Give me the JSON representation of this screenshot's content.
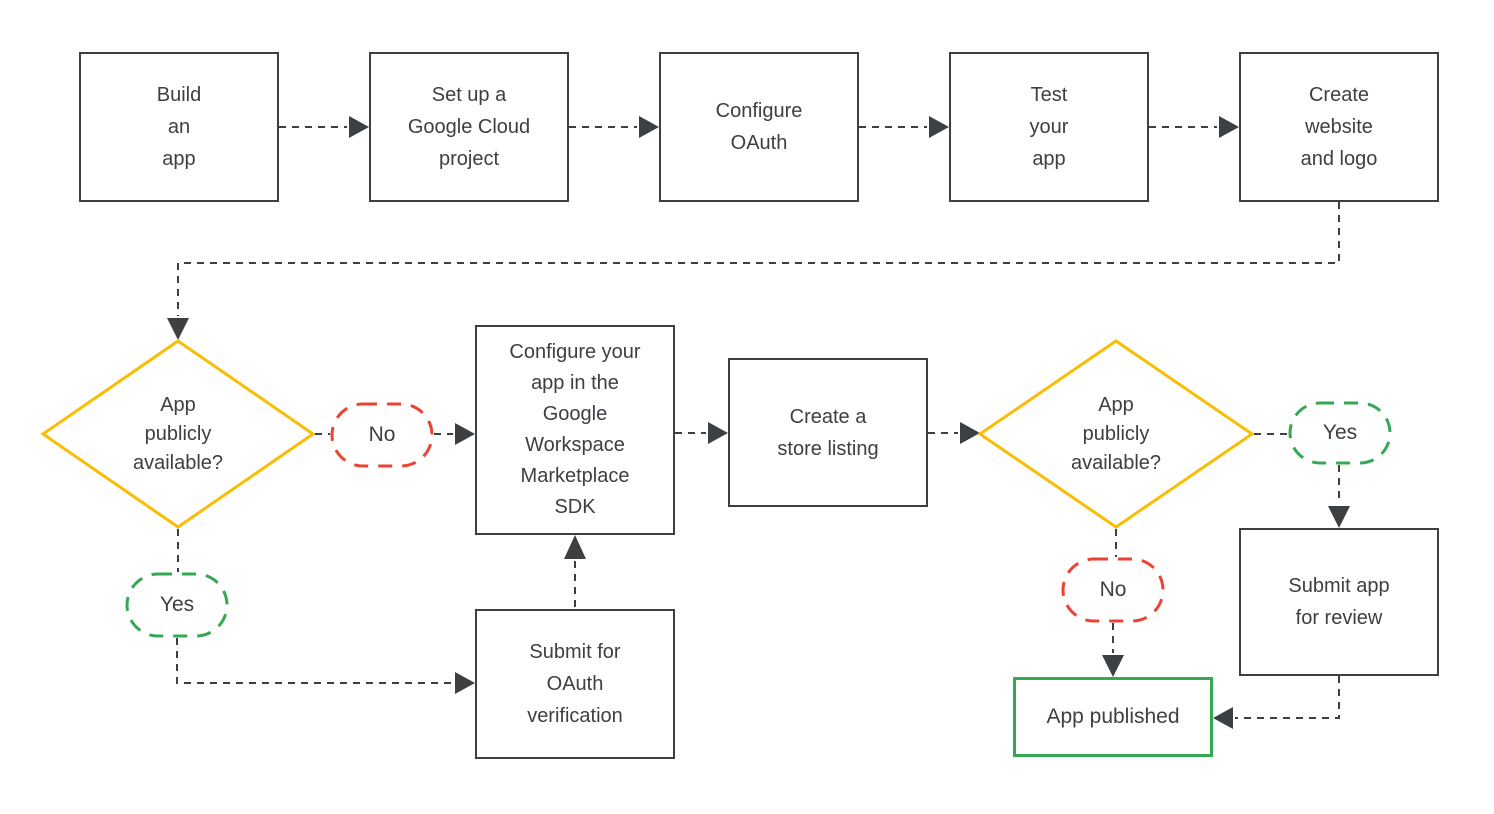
{
  "diagram": {
    "type": "flowchart",
    "description": "Google Workspace Marketplace app publishing flow",
    "nodes": {
      "build_app": {
        "label": "Build\nan\napp",
        "shape": "rect"
      },
      "setup_gcp": {
        "label": "Set up a\nGoogle Cloud\nproject",
        "shape": "rect"
      },
      "configure_oauth": {
        "label": "Configure\nOAuth",
        "shape": "rect"
      },
      "test_app": {
        "label": "Test\nyour\napp",
        "shape": "rect"
      },
      "create_website": {
        "label": "Create\nwebsite\nand logo",
        "shape": "rect"
      },
      "decision_public_1": {
        "label": "App\npublicly\navailable?",
        "shape": "diamond"
      },
      "configure_sdk": {
        "label": "Configure your\napp in the\nGoogle\nWorkspace\nMarketplace\nSDK",
        "shape": "rect"
      },
      "store_listing": {
        "label": "Create a\nstore listing",
        "shape": "rect"
      },
      "decision_public_2": {
        "label": "App\npublicly\navailable?",
        "shape": "diamond"
      },
      "submit_review": {
        "label": "Submit app\nfor review",
        "shape": "rect"
      },
      "app_published": {
        "label": "App published",
        "shape": "rect-green"
      },
      "oauth_verification": {
        "label": "Submit for\nOAuth\nverification",
        "shape": "rect"
      }
    },
    "edge_labels": {
      "no_1": "No",
      "yes_1": "Yes",
      "yes_2": "Yes",
      "no_2": "No"
    },
    "edges": [
      {
        "from": "build_app",
        "to": "setup_gcp"
      },
      {
        "from": "setup_gcp",
        "to": "configure_oauth"
      },
      {
        "from": "configure_oauth",
        "to": "test_app"
      },
      {
        "from": "test_app",
        "to": "create_website"
      },
      {
        "from": "create_website",
        "to": "decision_public_1"
      },
      {
        "from": "decision_public_1",
        "to": "configure_sdk",
        "label": "No"
      },
      {
        "from": "decision_public_1",
        "to": "oauth_verification",
        "label": "Yes"
      },
      {
        "from": "oauth_verification",
        "to": "configure_sdk"
      },
      {
        "from": "configure_sdk",
        "to": "store_listing"
      },
      {
        "from": "store_listing",
        "to": "decision_public_2"
      },
      {
        "from": "decision_public_2",
        "to": "submit_review",
        "label": "Yes"
      },
      {
        "from": "decision_public_2",
        "to": "app_published",
        "label": "No"
      },
      {
        "from": "submit_review",
        "to": "app_published"
      }
    ],
    "colors": {
      "line": "#3c4043",
      "text": "#3c4043",
      "box_border": "#3c4043",
      "decision_border": "#fbbc04",
      "no_pill": "#ea4335",
      "yes_pill": "#34a853",
      "published_border": "#34a853",
      "background": "#ffffff"
    }
  }
}
